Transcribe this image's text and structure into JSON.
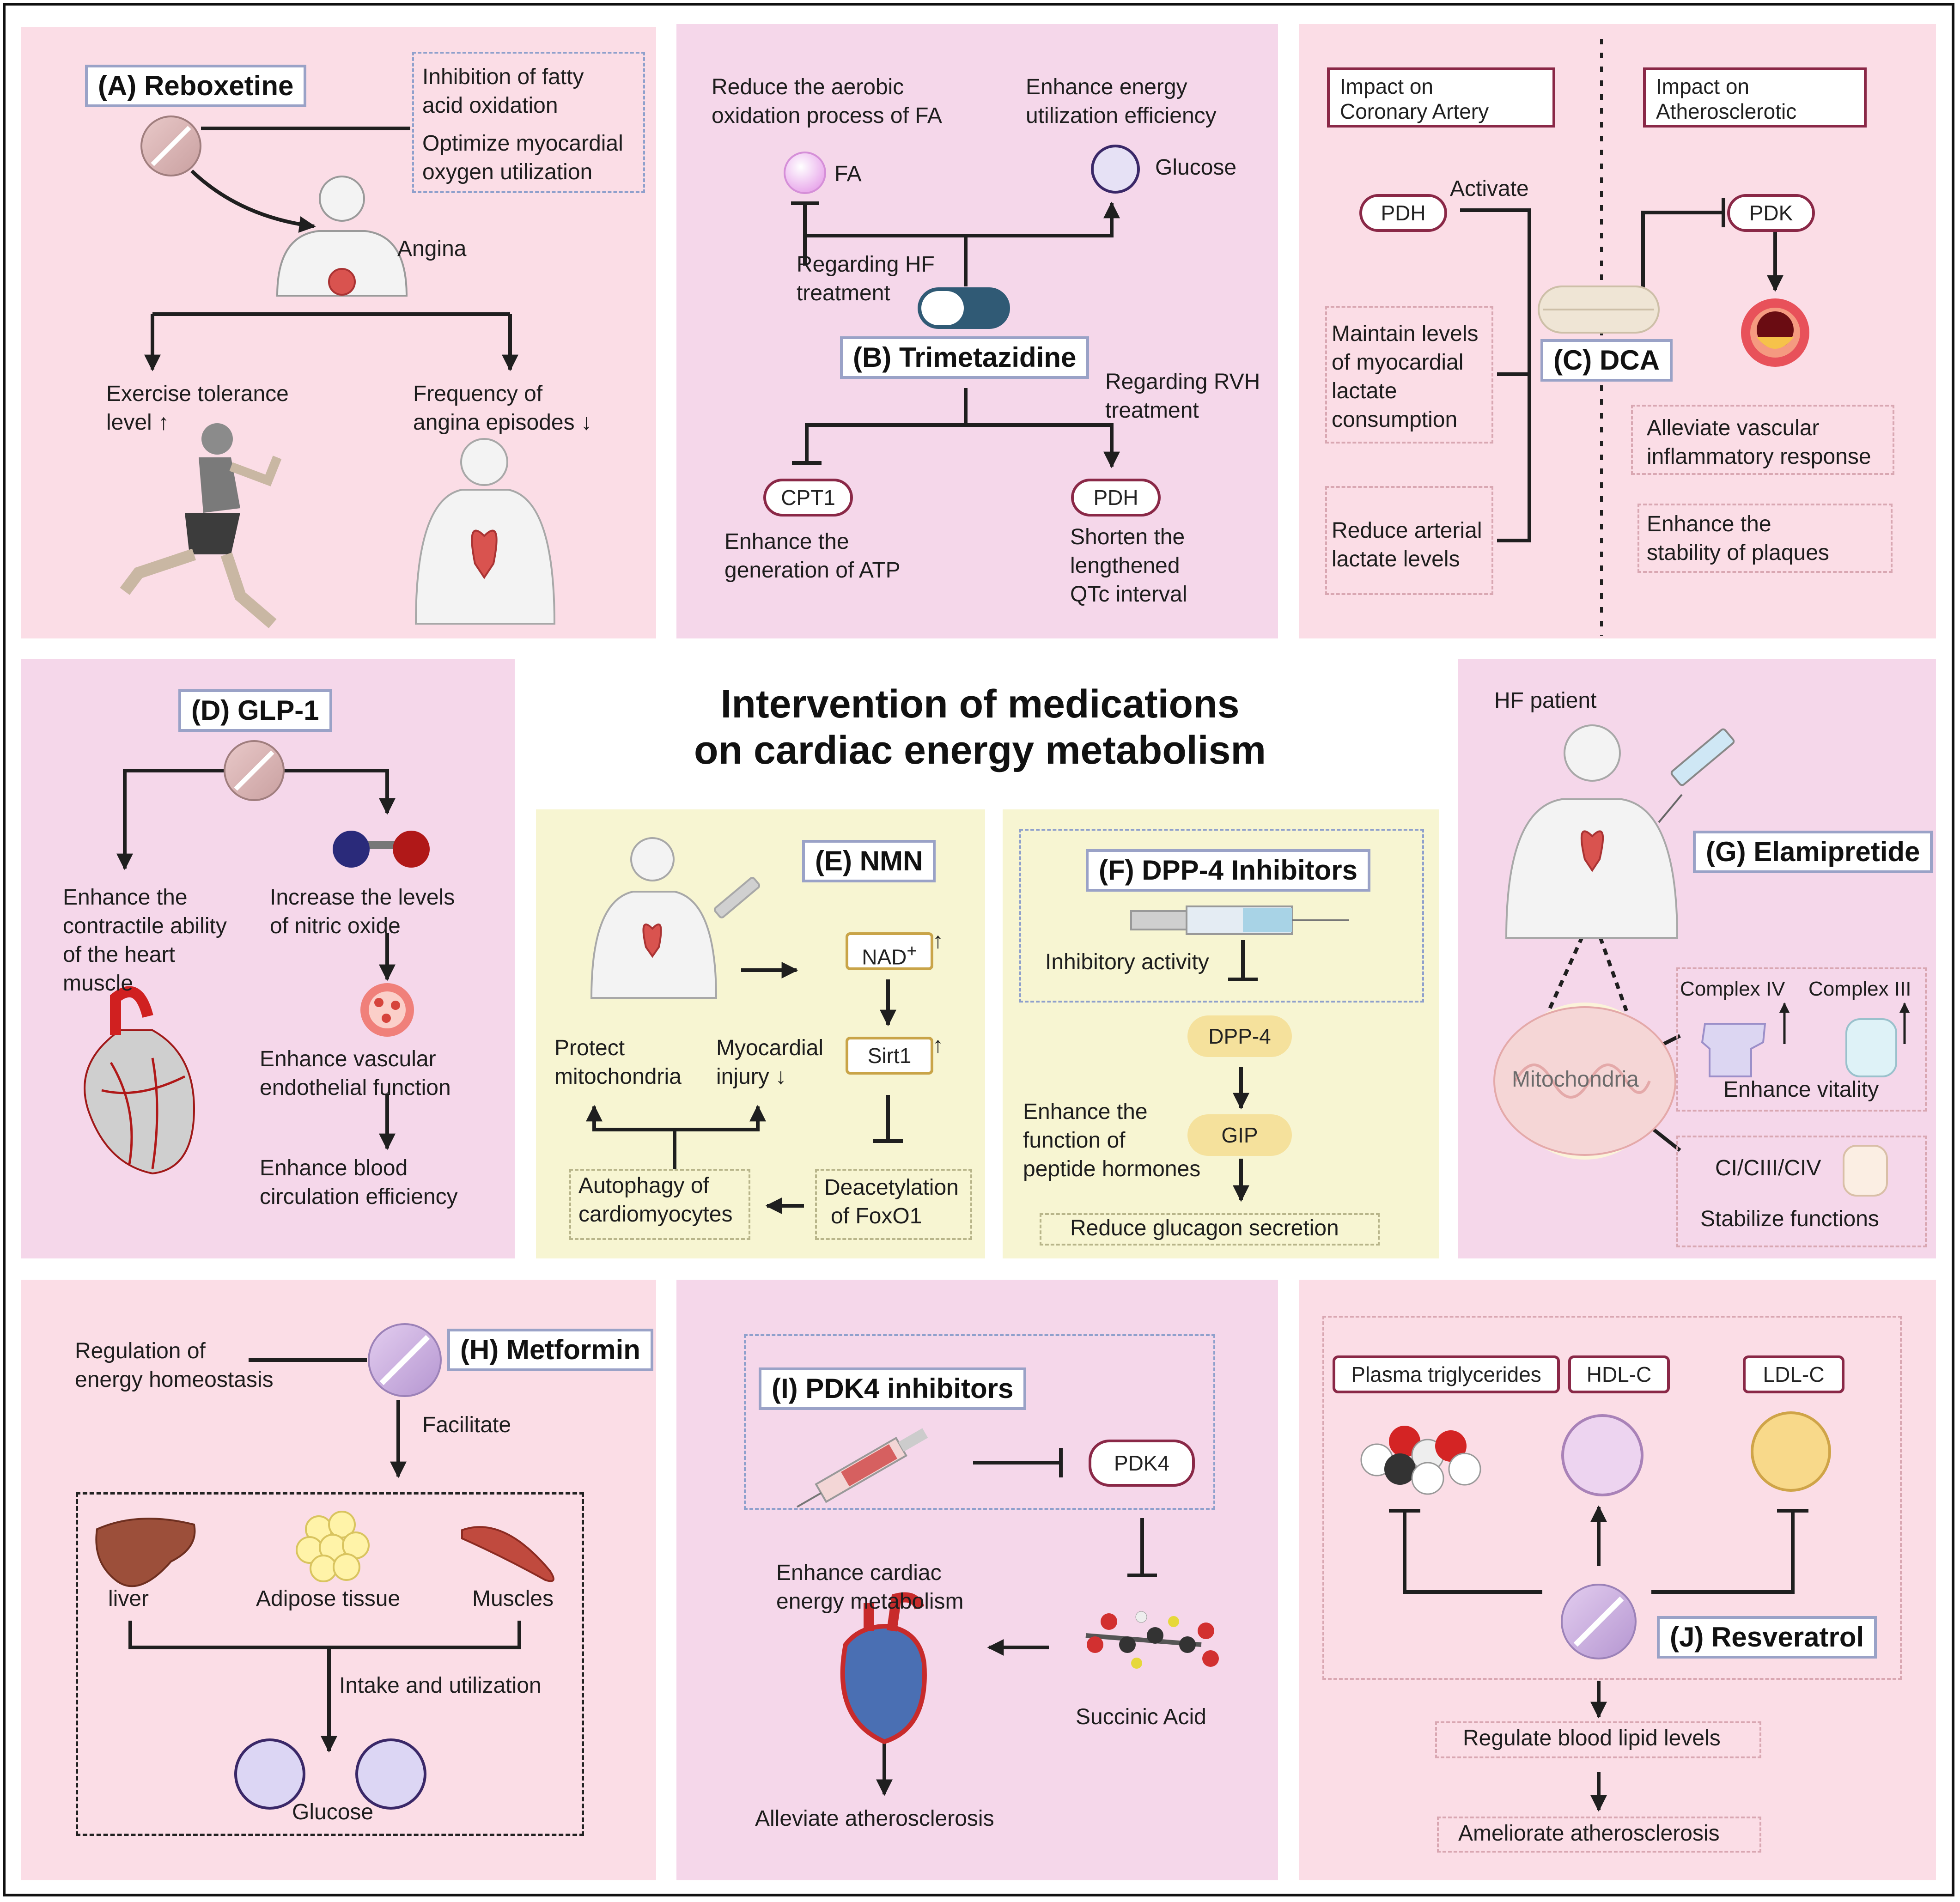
{
  "heading": {
    "line1": "Intervention of medications",
    "line2": "on cardiac energy metabolism"
  },
  "panel_a": {
    "title": "(A)  Reboxetine",
    "effect1": [
      "Inhibition of fatty",
      "acid oxidation"
    ],
    "effect2": [
      "Optimize myocardial",
      "oxygen utilization"
    ],
    "angina": "Angina",
    "left_outcome": [
      "Exercise tolerance",
      "level"
    ],
    "right_outcome": [
      "Frequency of",
      "angina episodes"
    ]
  },
  "panel_b": {
    "title": "(B) Trimetazidine",
    "top_left": [
      "Reduce the aerobic",
      "oxidation process of  FA"
    ],
    "top_right": [
      "Enhance energy",
      "utilization efficiency"
    ],
    "fa": "FA",
    "glucose": "Glucose",
    "hf": [
      "Regarding HF",
      "treatment"
    ],
    "rvh": [
      "Regarding RVH",
      "treatment"
    ],
    "cpt1": "CPT1",
    "pdh": "PDH",
    "atp": [
      "Enhance the",
      "generation of ATP"
    ],
    "qtc": [
      "Shorten the",
      "lengthened",
      "QTc interval"
    ]
  },
  "panel_c": {
    "title": "(C) DCA",
    "left_header": [
      "Impact on",
      "Coronary Artery"
    ],
    "right_header": [
      "Impact on",
      "Atherosclerotic"
    ],
    "pdh": "PDH",
    "activate": "Activate",
    "pdk": "PDK",
    "maintain": [
      "Maintain levels",
      "of myocardial",
      "lactate",
      "consumption"
    ],
    "reduce": [
      "Reduce arterial",
      "lactate levels"
    ],
    "alleviate": [
      "Alleviate vascular",
      "inflammatory response"
    ],
    "enhance": [
      "Enhance the",
      "stability of plaques"
    ]
  },
  "panel_d": {
    "title": "(D) GLP-1",
    "left": [
      "Enhance the",
      "contractile ability",
      "of the heart",
      "muscle"
    ],
    "no": [
      "Increase the levels",
      "of nitric oxide"
    ],
    "endo": [
      "Enhance vascular",
      "endothelial function"
    ],
    "blood": [
      "Enhance blood",
      "circulation efficiency"
    ]
  },
  "panel_e": {
    "title": "(E) NMN",
    "nad": "NAD",
    "nad_sup": "+",
    "sirt1": "Sirt1",
    "protect": [
      "Protect",
      "mitochondria"
    ],
    "injury": [
      "Myocardial",
      "injury"
    ],
    "autophagy": [
      "Autophagy of",
      "cardiomyocytes"
    ],
    "deacetylation": [
      "Deacetylation",
      "of FoxO1"
    ]
  },
  "panel_f": {
    "title": "(F) DPP-4 Inhibitors",
    "inhibitory": "Inhibitory activity",
    "dpp4": "DPP-4",
    "gip": "GIP",
    "enhance": [
      "Enhance the",
      "function of",
      "peptide hormones"
    ],
    "reduce": "Reduce glucagon secretion"
  },
  "panel_g": {
    "title": "(G) Elamipretide",
    "patient": "HF patient",
    "mito": "Mitochondria",
    "c4": "Complex IV",
    "c3": "Complex III",
    "vitality": "Enhance vitality",
    "combo": "CI/CIII/CIV",
    "stabilize": "Stabilize  functions"
  },
  "panel_h": {
    "title": "(H) Metformin",
    "regulation": [
      "Regulation of",
      "energy homeostasis"
    ],
    "facilitate": "Facilitate",
    "liver": "liver",
    "adipose": "Adipose tissue",
    "muscles": "Muscles",
    "intake": "Intake and utilization",
    "glucose": "Glucose"
  },
  "panel_i": {
    "title": "(I) PDK4 inhibitors",
    "pdk4": "PDK4",
    "enhance": [
      "Enhance cardiac",
      "energy metabolism"
    ],
    "succinic": "Succinic Acid",
    "alleviate": "Alleviate atherosclerosis"
  },
  "panel_j": {
    "title": "(J) Resveratrol",
    "tg": "Plasma triglycerides",
    "hdl": "HDL-C",
    "ldl": "LDL-C",
    "regulate": "Regulate  blood lipid levels",
    "ameliorate": "Ameliorate atherosclerosis"
  },
  "colors": {
    "pink_panel": "#fbdde6",
    "mauve_panel": "#f5d7ea",
    "cream_panel": "#f7f5d2",
    "title_border": "#9aa2c7",
    "pill_border": "#8a2847"
  },
  "arrows": {
    "up": "↑",
    "down": "↓"
  }
}
